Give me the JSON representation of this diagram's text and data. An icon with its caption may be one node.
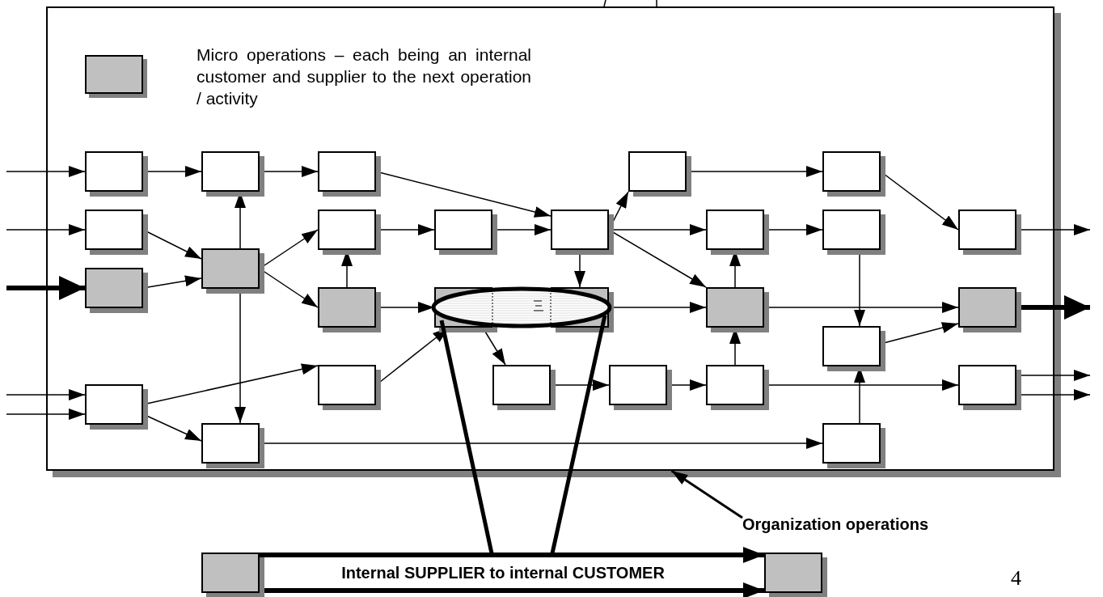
{
  "diagram": {
    "nodes": [
      {
        "text": [],
        "shape": "box"
      },
      {
        "text": [],
        "shape": "box",
        "in": 0
      },
      {
        "text": [],
        "shape": "box",
        "in": 0
      },
      {
        "text": [],
        "shape": "box",
        "in": 0
      },
      {
        "text": [],
        "shape": "box",
        "in": 0
      },
      {
        "text": [],
        "shape": "box",
        "in": 0
      },
      {
        "text": [],
        "shape": "box",
        "in": 0
      },
      {
        "text": [],
        "shape": "box",
        "in": 0
      },
      {
        "text": [],
        "shape": "box",
        "in": 0
      },
      {
        "text": [],
        "shape": "box",
        "in": 0
      },
      {
        "text": [],
        "shape": "box",
        "in": 0
      },
      {
        "text": [],
        "shape": "box",
        "in": 0
      },
      {
        "text": [],
        "shape": "box",
        "in": 0
      },
      {
        "text": [],
        "shape": "box",
        "in": 0
      },
      {
        "text": [],
        "shape": "box",
        "in": 0
      },
      {
        "text": [],
        "shape": "box",
        "in": 0
      },
      {
        "text": [],
        "shape": "box",
        "in": 0
      },
      {
        "text": [],
        "shape": "box",
        "in": 0
      },
      {
        "text": [],
        "shape": "box",
        "in": 0
      },
      {
        "text": [],
        "shape": "box",
        "in": 0
      },
      {
        "text": [],
        "shape": "box",
        "in": 0
      },
      {
        "text": [],
        "shape": "box",
        "in": 0
      },
      {
        "text": [],
        "shape": "box",
        "in": 0
      },
      {
        "text": [],
        "shape": "box",
        "in": 0
      },
      {
        "text": [],
        "shape": "box",
        "in": 0
      },
      {
        "text": [],
        "shape": "box",
        "in": 0
      },
      {
        "text": [],
        "shape": "box",
        "in": 0
      },
      {
        "text": [],
        "shape": "box",
        "in": 0
      },
      {
        "text": [],
        "shape": "box",
        "in": 0
      },
      {
        "text": [],
        "shape": "box"
      },
      {
        "text": [
          "Internal SUPPLIER to internal CUSTOMER"
        ]
      },
      {
        "text": [],
        "shape": "box"
      },
      {
        "text": [
          "Organization operations"
        ]
      }
    ],
    "edges": [
      {
        "from": null,
        "to": 1,
        "arrow": "to"
      },
      {
        "from": null,
        "to": 6,
        "arrow": "to"
      },
      {
        "from": null,
        "to": 13,
        "arrow": "to",
        "style": "thick"
      },
      {
        "from": null,
        "to": 26,
        "arrow": "to"
      },
      {
        "from": null,
        "to": 26,
        "arrow": "to"
      },
      {
        "from": 1,
        "to": 2,
        "arrow": "to"
      },
      {
        "from": 2,
        "to": 3,
        "arrow": "to"
      },
      {
        "from": 3,
        "to": 9,
        "arrow": "to"
      },
      {
        "from": 6,
        "to": 14,
        "arrow": "to"
      },
      {
        "from": 13,
        "to": 14,
        "arrow": "to"
      },
      {
        "from": 14,
        "to": 2,
        "arrow": "to"
      },
      {
        "from": 14,
        "to": 27,
        "arrow": "to"
      },
      {
        "from": 14,
        "to": 7,
        "arrow": "to"
      },
      {
        "from": 14,
        "to": 15,
        "arrow": "to"
      },
      {
        "from": 15,
        "to": 7,
        "arrow": "to"
      },
      {
        "from": 15,
        "to": 16,
        "arrow": "to"
      },
      {
        "from": 7,
        "to": 8,
        "arrow": "to"
      },
      {
        "from": 8,
        "to": 9,
        "arrow": "to"
      },
      {
        "from": 9,
        "to": 4,
        "arrow": "to"
      },
      {
        "from": 9,
        "to": 10,
        "arrow": "to"
      },
      {
        "from": 9,
        "to": 18,
        "arrow": "to"
      },
      {
        "from": 9,
        "to": 17,
        "arrow": "to"
      },
      {
        "from": 4,
        "to": 5,
        "arrow": "to"
      },
      {
        "from": 5,
        "to": 12,
        "arrow": "to"
      },
      {
        "from": 10,
        "to": 11,
        "arrow": "to"
      },
      {
        "from": 11,
        "to": 20,
        "arrow": "to"
      },
      {
        "from": 17,
        "to": 18,
        "arrow": "to"
      },
      {
        "from": 18,
        "to": 19,
        "arrow": "to"
      },
      {
        "from": 18,
        "to": 10,
        "arrow": "to"
      },
      {
        "from": 24,
        "to": 18,
        "arrow": "to"
      },
      {
        "from": 20,
        "to": 19,
        "arrow": "to"
      },
      {
        "from": 19,
        "to": null,
        "arrow": "to",
        "style": "thick"
      },
      {
        "from": 12,
        "to": null,
        "arrow": "to"
      },
      {
        "from": 25,
        "to": null,
        "arrow": "to"
      },
      {
        "from": 25,
        "to": null,
        "arrow": "to"
      },
      {
        "from": 21,
        "to": 16,
        "arrow": "to"
      },
      {
        "from": 16,
        "to": 22,
        "arrow": "to"
      },
      {
        "from": 22,
        "to": 23,
        "arrow": "to"
      },
      {
        "from": 23,
        "to": 24,
        "arrow": "to"
      },
      {
        "from": 24,
        "to": 25,
        "arrow": "to"
      },
      {
        "from": 26,
        "to": 21,
        "arrow": "to"
      },
      {
        "from": 26,
        "to": 27,
        "arrow": "to"
      },
      {
        "from": 27,
        "to": 28,
        "arrow": "to"
      },
      {
        "from": 28,
        "to": 20,
        "arrow": "to"
      },
      {
        "from": 32,
        "to": 0,
        "arrow": "to"
      },
      {
        "from": 29,
        "to": 31,
        "arrow": "to",
        "style": "thick"
      },
      {
        "from": 29,
        "to": 31,
        "arrow": "to",
        "style": "thick"
      }
    ],
    "labels": [
      "4"
    ],
    "legend": [
      {
        "text": "Micro operations – each being an internal customer and supplier to the next operation / activity",
        "color": "#c0c0c0"
      }
    ]
  }
}
